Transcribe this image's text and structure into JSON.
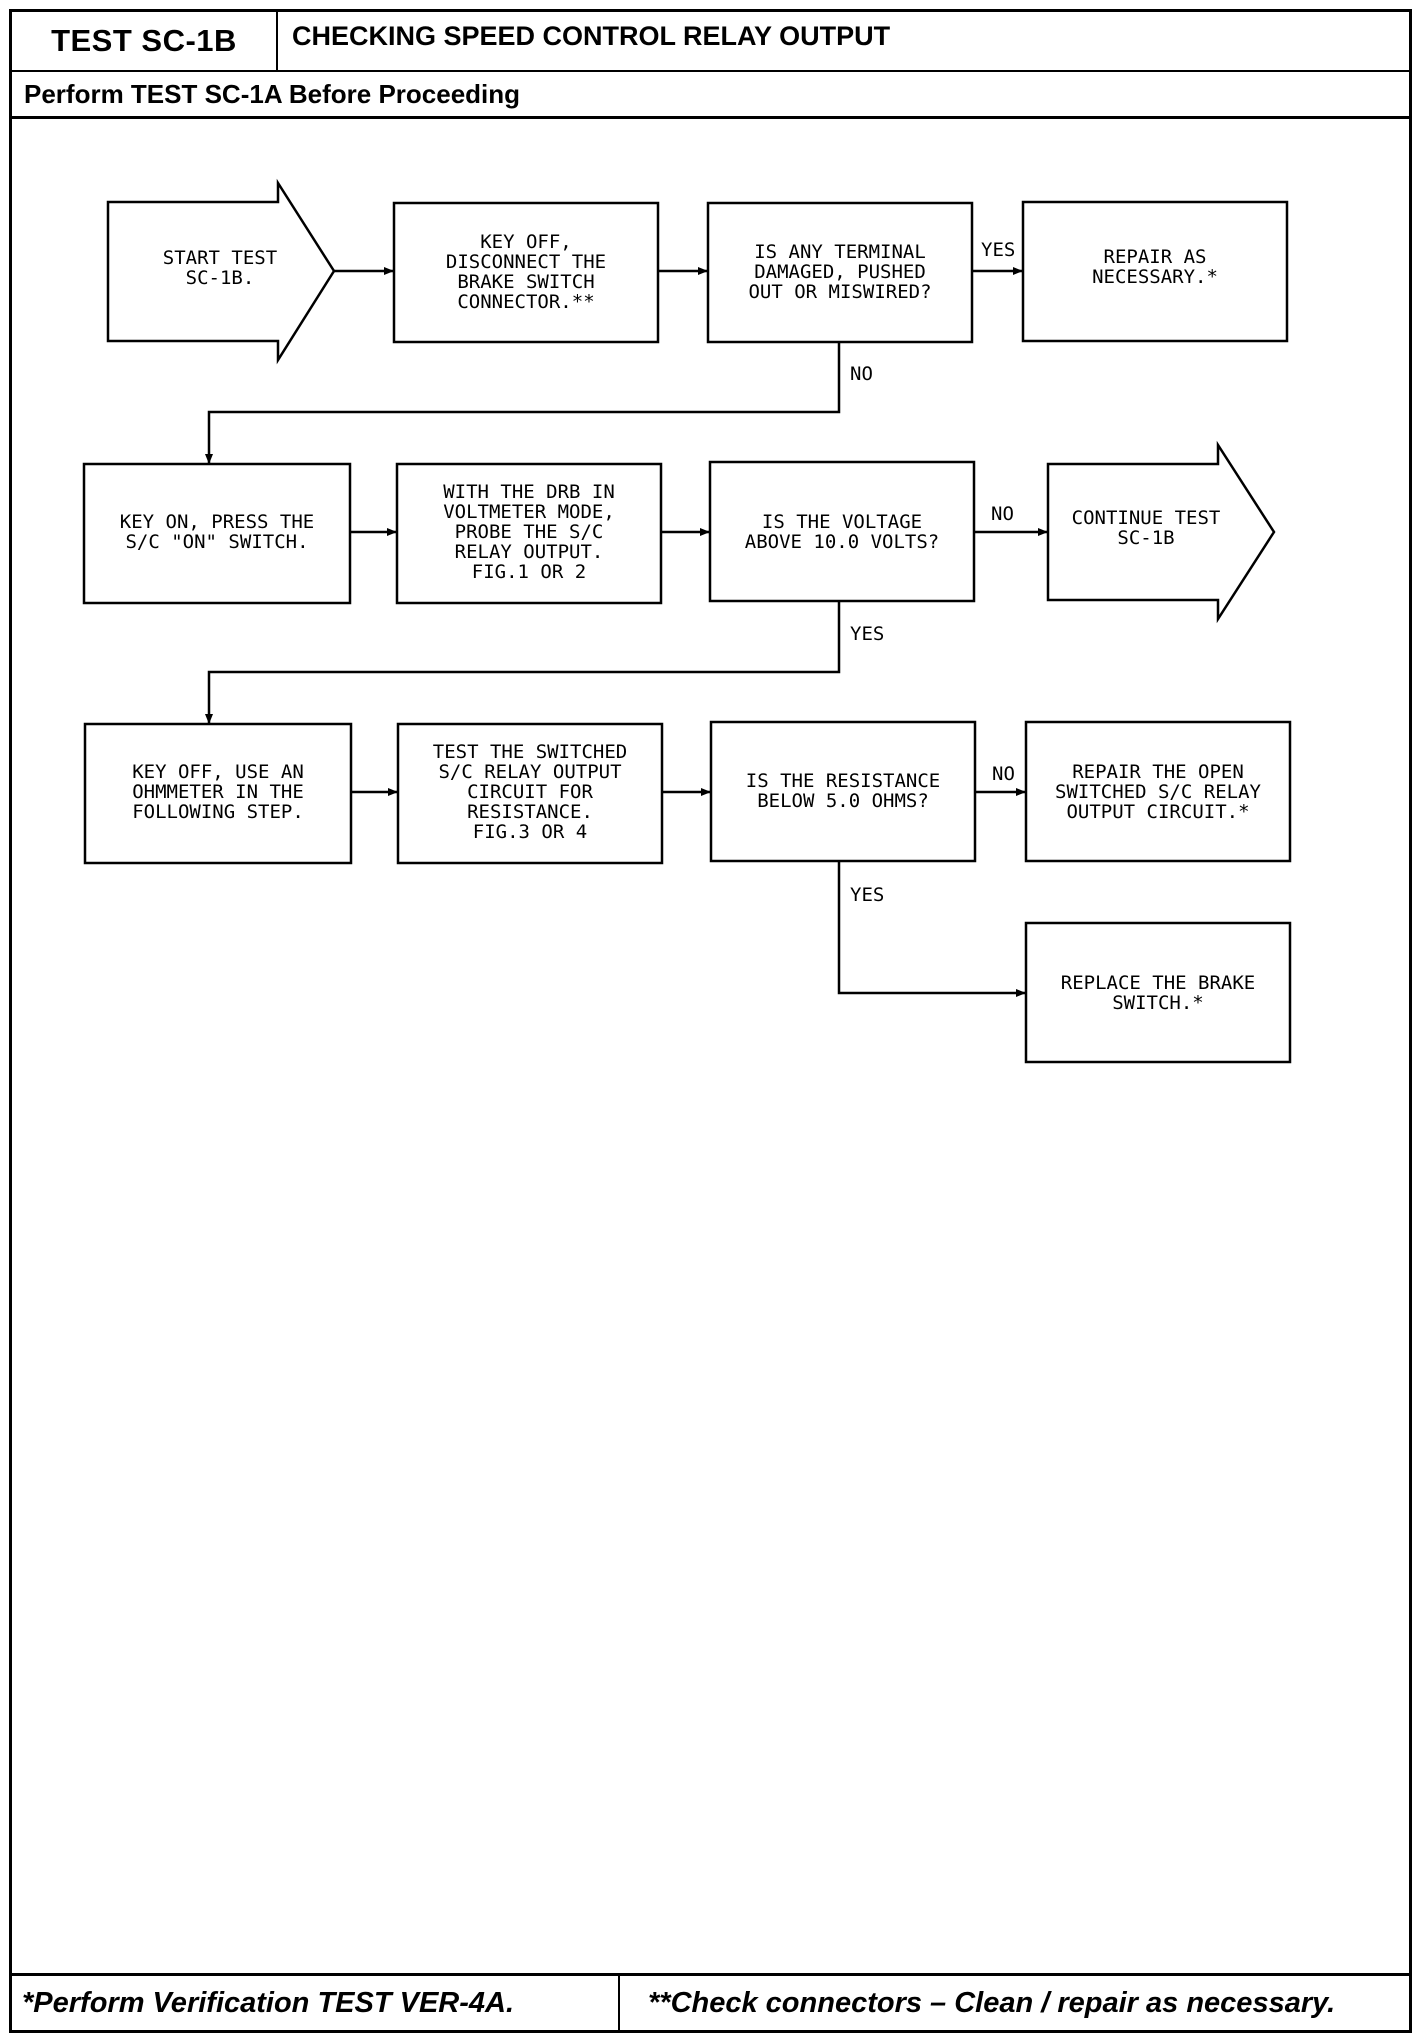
{
  "header": {
    "test_id": "TEST SC-1B",
    "title": "CHECKING SPEED CONTROL RELAY OUTPUT",
    "prerequisite": "Perform TEST SC-1A Before Proceeding"
  },
  "flow": {
    "start": [
      "START TEST",
      "SC-1B."
    ],
    "step_disconnect": [
      "KEY OFF,",
      "DISCONNECT THE",
      "BRAKE SWITCH",
      "CONNECTOR.**"
    ],
    "q_terminal": [
      "IS ANY TERMINAL",
      "DAMAGED, PUSHED",
      "OUT OR MISWIRED?"
    ],
    "repair_as_necessary": [
      "REPAIR AS",
      "NECESSARY.*"
    ],
    "step_key_on": [
      "KEY ON, PRESS THE",
      "S/C \"ON\" SWITCH."
    ],
    "step_probe": [
      "WITH THE DRB IN",
      "VOLTMETER MODE,",
      "PROBE THE S/C",
      "RELAY OUTPUT.",
      "FIG.1 OR 2"
    ],
    "q_voltage": [
      "IS THE VOLTAGE",
      "ABOVE 10.0 VOLTS?"
    ],
    "continue": [
      "CONTINUE TEST",
      "SC-1B"
    ],
    "step_ohmmeter": [
      "KEY OFF, USE AN",
      "OHMMETER IN THE",
      "FOLLOWING STEP."
    ],
    "step_test_circuit": [
      "TEST THE SWITCHED",
      "S/C RELAY OUTPUT",
      "CIRCUIT FOR",
      "RESISTANCE.",
      "FIG.3 OR 4"
    ],
    "q_resistance": [
      "IS THE RESISTANCE",
      "BELOW 5.0 OHMS?"
    ],
    "repair_open": [
      "REPAIR THE OPEN",
      "SWITCHED S/C RELAY",
      "OUTPUT CIRCUIT.*"
    ],
    "replace_switch": [
      "REPLACE THE BRAKE",
      "SWITCH.*"
    ]
  },
  "labels": {
    "yes": "YES",
    "no": "NO"
  },
  "footer": {
    "note1": "*Perform Verification TEST VER-4A.",
    "note2": "**Check connectors – Clean / repair as necessary."
  }
}
